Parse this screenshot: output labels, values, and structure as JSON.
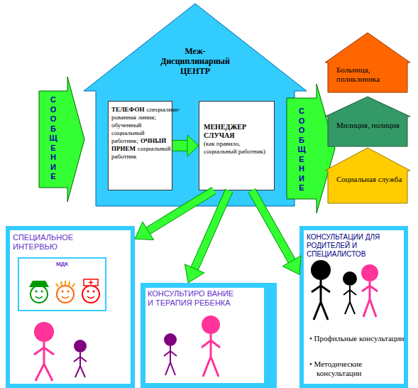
{
  "diagram": {
    "nodes": [
      {
        "text": [
          "СООБЩЕНИЕ"
        ]
      },
      {
        "text": [
          "Меж- Дисциплинарный ЦЕНТР"
        ]
      },
      {
        "text": [
          "ТЕЛЕФОН",
          "специализи-рованная линия; обученный социальный работник;",
          "ОЧНЫЙ ПРИЕМ",
          "социальный работник"
        ],
        "in": 1
      },
      {
        "text": [
          "МЕНЕДЖЕР СЛУЧАЯ",
          "(как правило, социальный работник)"
        ],
        "in": 1
      },
      {
        "text": [
          "СООБЩЕНИЕ"
        ]
      },
      {
        "text": [
          "Больница, поликлиника"
        ]
      },
      {
        "text": [
          "Милиция, полиция"
        ]
      },
      {
        "text": [
          "Социальная служба"
        ]
      },
      {
        "text": [
          "СПЕЦИАЛЬНОЕ ИНТЕРВЬЮ"
        ]
      },
      {
        "text": [
          "МДК"
        ],
        "in": 8
      },
      {
        "text": [
          "КОНСУЛЬТИРО ВАНИЕ И ТЕРАПИЯ РЕБЕНКА"
        ]
      },
      {
        "text": [
          "КОНСУЛЬТАЦИИ ДЛЯ РОДИТЕЛЕЙ И СПЕЦИАЛИСТОВ",
          "• Профильные консультации",
          "• Методические консультации"
        ]
      }
    ],
    "edges": [
      {
        "from": 2,
        "to": 3,
        "arrow": "to"
      },
      {
        "from": 3,
        "to": 8,
        "arrow": "to"
      },
      {
        "from": 3,
        "to": 10,
        "arrow": "to"
      },
      {
        "from": 3,
        "to": 11,
        "arrow": "to"
      }
    ]
  }
}
